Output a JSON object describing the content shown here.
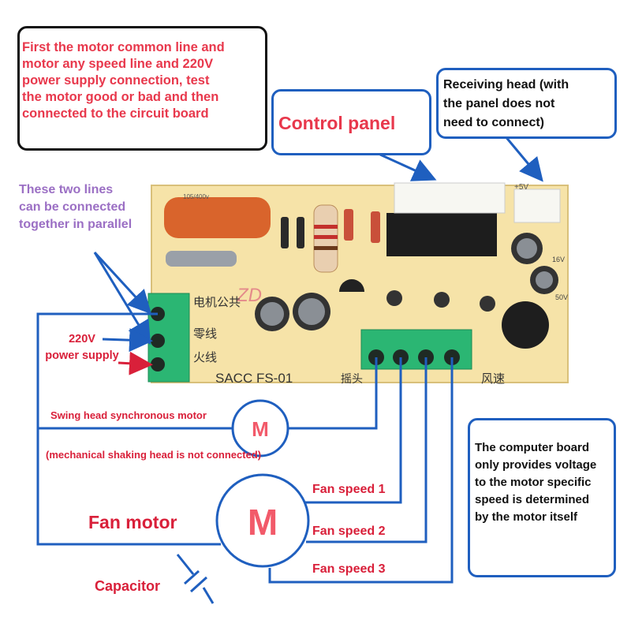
{
  "note_top_left": "First the motor common line and\nmotor any speed line and 220V\npower supply connection, test\nthe motor good or bad and then\nconnected to the circuit board",
  "control_panel_label": "Control panel",
  "receiving_head_note": "Receiving head (with\nthe panel does not\nneed to connect)",
  "parallel_note": "These two lines\ncan be connected\ntogether in parallel",
  "power_supply_label": "220V\npower supply",
  "swing_motor_label": "Swing head synchronous motor",
  "swing_motor_note": "(mechanical shaking head is not connected)",
  "motor_symbol": "M",
  "fan_motor_label": "Fan motor",
  "capacitor_label": "Capacitor",
  "fan_speed_1": "Fan speed 1",
  "fan_speed_2": "Fan speed 2",
  "fan_speed_3": "Fan speed 3",
  "computer_board_note": "The computer board\nonly provides voltage\nto the motor specific\nspeed is determined\nby the motor itself",
  "board": {
    "model": "SACC FS-01",
    "logo": "ZD",
    "rating": "105/400v",
    "terminal_common": "电机公共",
    "terminal_neutral": "零线",
    "terminal_live": "火线",
    "wind_speed": "风速",
    "swing": "摇头",
    "plus5v": "+5V",
    "cap_16v": "16V",
    "cap_50v": "50V"
  },
  "colors": {
    "wire_blue": "#1f5fbf",
    "callout_red": "#e8384c",
    "purple_note": "#9b6fc4",
    "motor_red": "#f25a6a",
    "board_yellow": "#f6e3a8",
    "terminal_green": "#2bb673"
  }
}
